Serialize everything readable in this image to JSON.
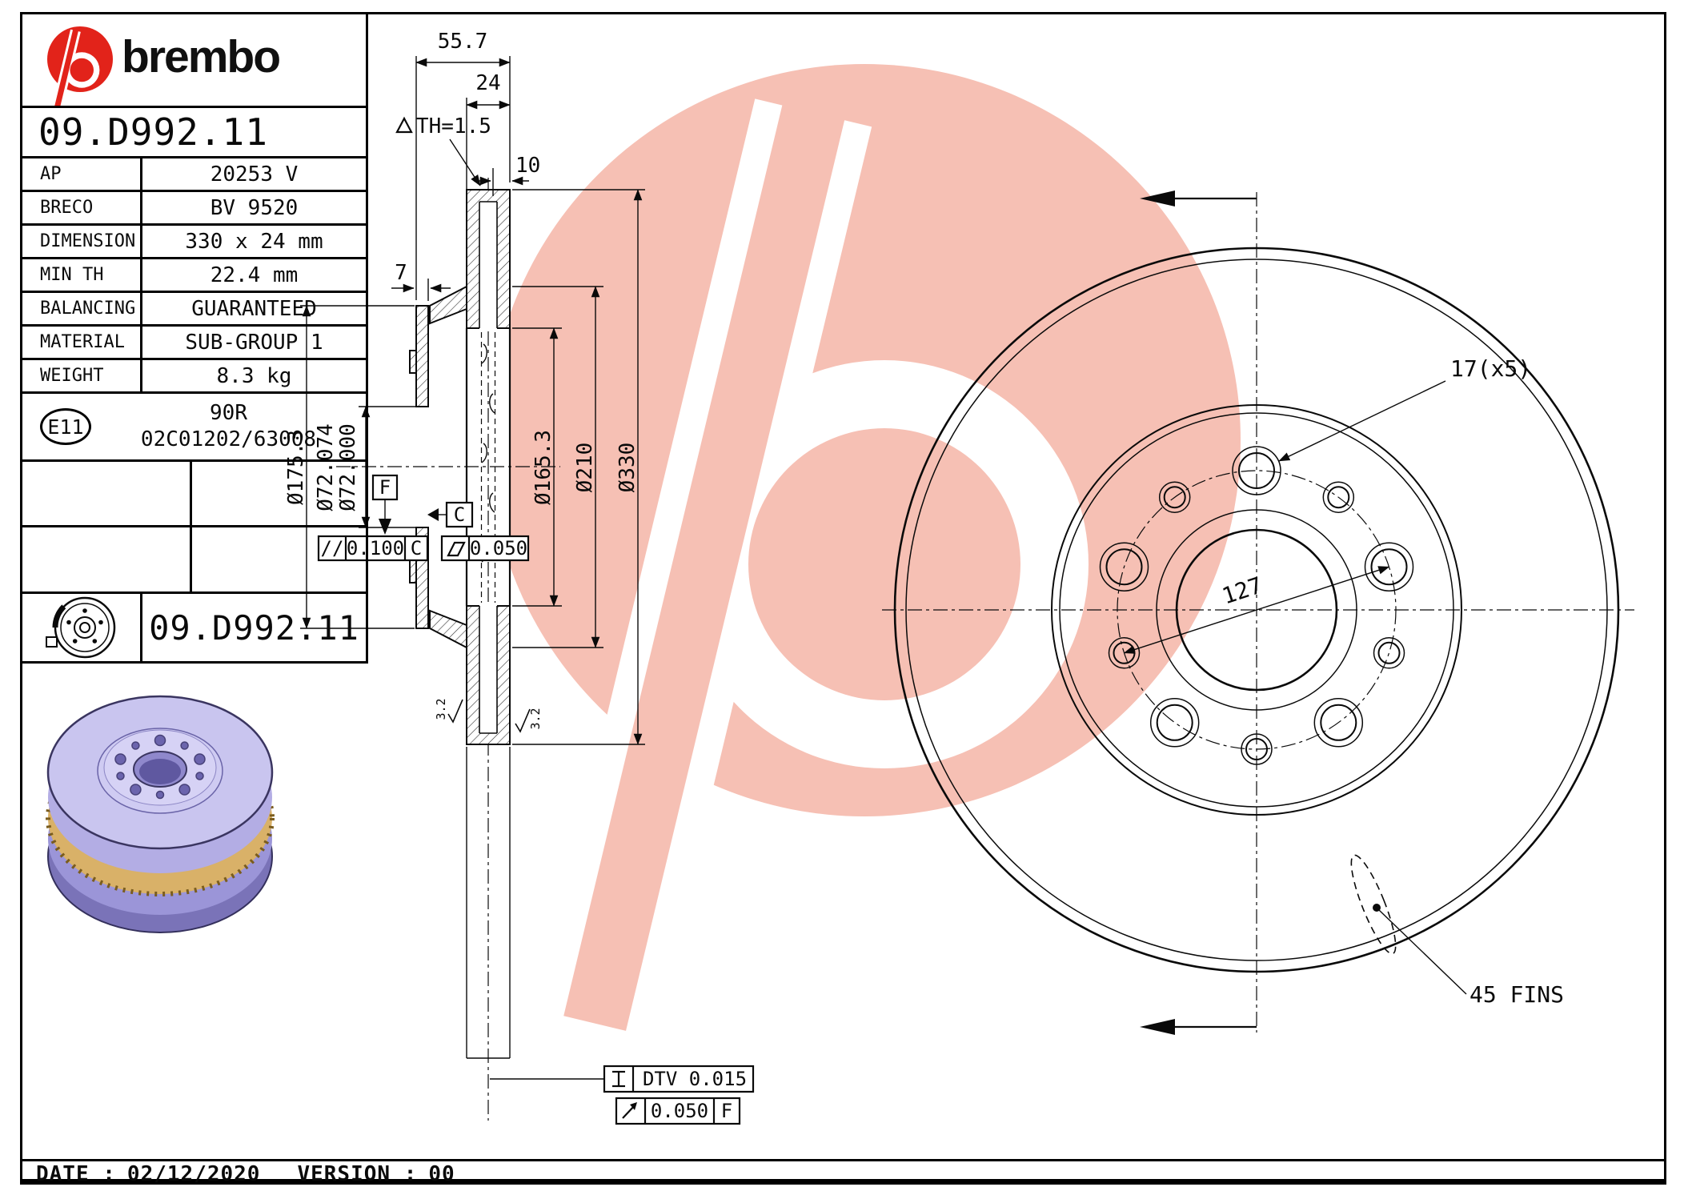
{
  "colors": {
    "brand_red": "#e2231a",
    "watermark_pink": "#f6c0b4",
    "disc_lavender": "#c9c5ef",
    "disc_gold": "#d9b168"
  },
  "brand": {
    "wordmark": "brembo"
  },
  "part_number": "09.D992.11",
  "spec_rows": [
    {
      "label": "AP",
      "value": "20253 V"
    },
    {
      "label": "BRECO",
      "value": "BV 9520"
    },
    {
      "label": "DIMENSION",
      "value": "330 x 24 mm"
    },
    {
      "label": "MIN TH",
      "value": "22.4 mm"
    },
    {
      "label": "BALANCING",
      "value": "GUARANTEED"
    },
    {
      "label": "MATERIAL",
      "value": "SUB-GROUP 1"
    },
    {
      "label": "WEIGHT",
      "value": "8.3 kg"
    }
  ],
  "homologation": {
    "badge": "E11",
    "line1": "90R",
    "line2": "02C01202/63008"
  },
  "drawing_ref": "09.D992.11",
  "footer": {
    "date_label": "DATE :",
    "date_value": "02/12/2020",
    "version_label": "VERSION :",
    "version_value": "00"
  },
  "section_view": {
    "dim_overall_width": "55.7",
    "dim_ring_width": "24",
    "dim_min_thickness": "TH=1.5",
    "dim_offset": "10",
    "dim_flange_thickness": "7",
    "dia_hat": "Ø175.3",
    "dia_bore_max": "Ø72.074",
    "dia_bore_min": "Ø72.000",
    "dia_vent_inner": "Ø165.3",
    "dia_band_inner": "Ø210",
    "dia_outer": "Ø330",
    "datum_f": "F",
    "datum_c": "C",
    "parallelism_symbol": "//",
    "parallelism_value": "0.100",
    "parallelism_datum": "C",
    "flatness_value": "0.050",
    "roughness_value": "3.2",
    "dtv_value": "DTV 0.015",
    "runout_value": "0.050",
    "runout_datum": "F"
  },
  "front_view": {
    "bolt_holes_label": "17(x5)",
    "pcd_label": "127",
    "fins_label": "45 FINS"
  }
}
